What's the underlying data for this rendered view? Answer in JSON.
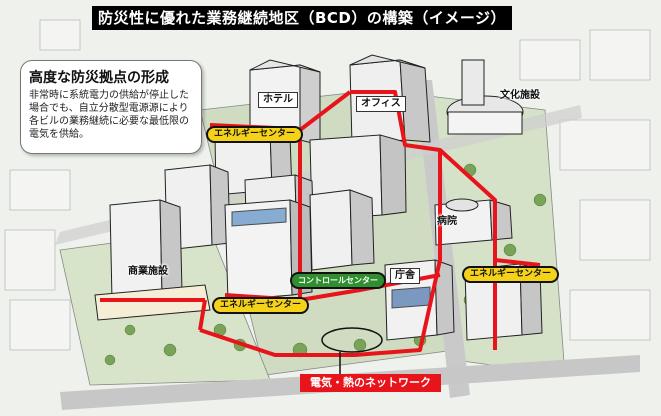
{
  "title": "防災性に優れた業務継続地区（BCD）の構築（イメージ）",
  "callout": {
    "heading": "高度な防災拠点の形成",
    "body": "非常時に系統電力の供給が停止した場合でも、自立分散型電源源により各ビルの業務継続に必要な最低限の電気を供給。"
  },
  "buildings": {
    "hotel": "ホテル",
    "office": "オフィス",
    "culture": "文化施設",
    "hospital": "病院",
    "commercial": "商業施設",
    "city_hall": "庁舎"
  },
  "energy_centers": {
    "north": "エネルギーセンター",
    "south": "エネルギーセンター",
    "east": "エネルギーセンター"
  },
  "control_center": "コントロールセンター",
  "network_label": "電気・熱のネットワーク",
  "colors": {
    "network_red": "#e8141b",
    "energy_yellow": "#f5d21a",
    "control_green": "#2f8f2f",
    "title_black": "#000000"
  }
}
